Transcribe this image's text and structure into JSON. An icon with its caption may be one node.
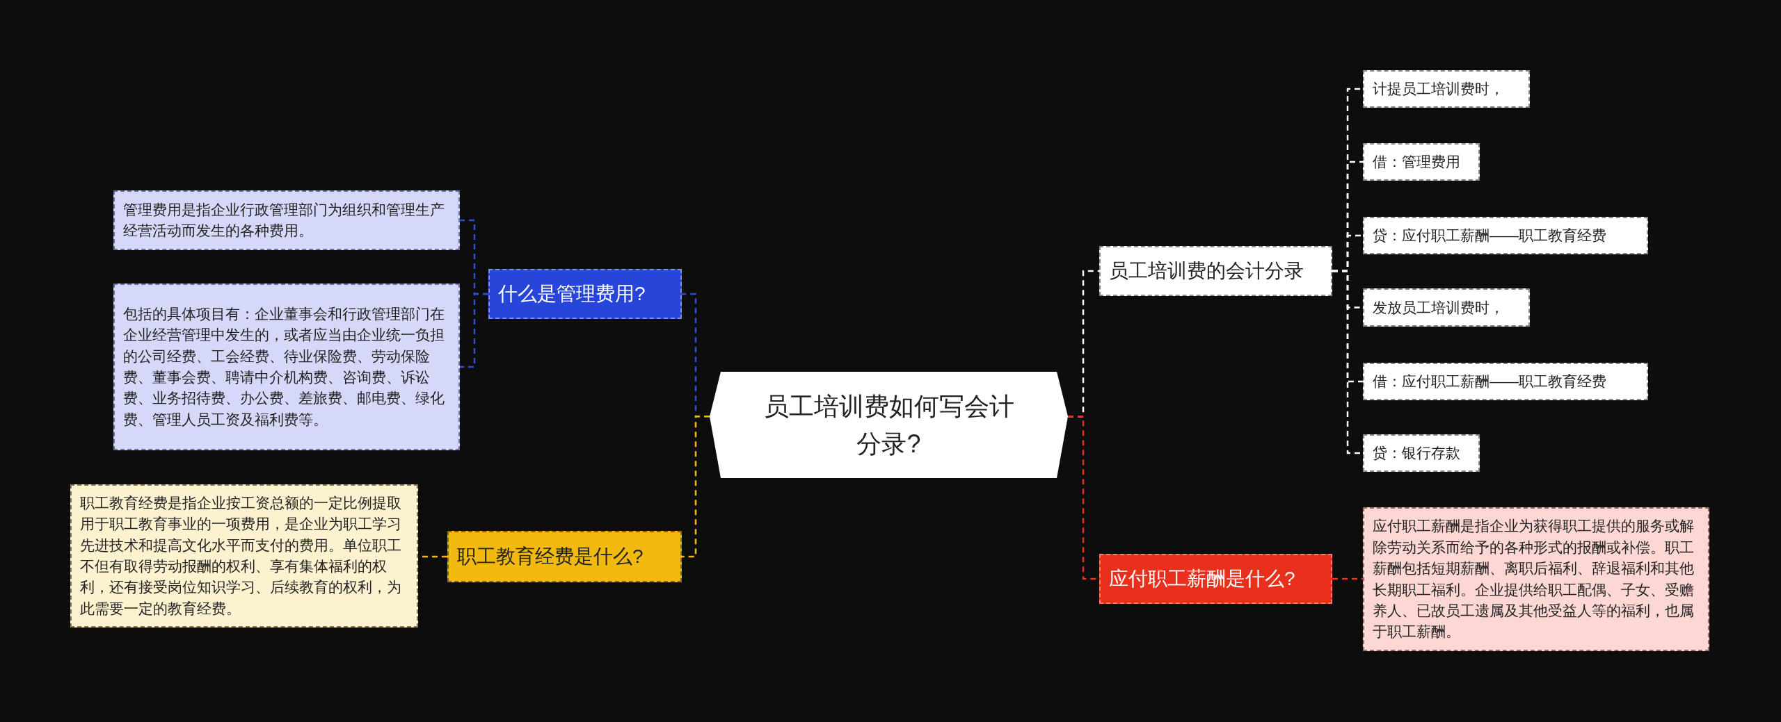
{
  "diagram": {
    "nodes": [
      {
        "text": [
          "员工培训费如何写会计分录?"
        ]
      },
      {
        "text": [
          "什么是管理费用?"
        ]
      },
      {
        "text": [
          "管理费用是指企业行政管理部门为组织和管理生产经营活动而发生的各种费用。"
        ]
      },
      {
        "text": [
          "包括的具体项目有：企业董事会和行政管理部门在企业经营管理中发生的，或者应当由企业统一负担的公司经费、工会经费、待业保险费、劳动保险费、董事会费、聘请中介机构费、咨询费、诉讼费、业务招待费、办公费、差旅费、邮电费、绿化费、管理人员工资及福利费等。"
        ]
      },
      {
        "text": [
          "职工教育经费是什么?"
        ]
      },
      {
        "text": [
          "职工教育经费是指企业按工资总额的一定比例提取用于职工教育事业的一项费用，是企业为职工学习先进技术和提高文化水平而支付的费用。单位职工不但有取得劳动报酬的权利、享有集体福利的权利，还有接受岗位知识学习、后续教育的权利，为此需要一定的教育经费。"
        ]
      },
      {
        "text": [
          "员工培训费的会计分录"
        ]
      },
      {
        "text": [
          "计提员工培训费时，"
        ]
      },
      {
        "text": [
          "借：管理费用"
        ]
      },
      {
        "text": [
          "贷：应付职工薪酬——职工教育经费"
        ]
      },
      {
        "text": [
          "发放员工培训费时，"
        ]
      },
      {
        "text": [
          "借：应付职工薪酬——职工教育经费"
        ]
      },
      {
        "text": [
          "贷：银行存款"
        ]
      },
      {
        "text": [
          "应付职工薪酬是什么?"
        ]
      },
      {
        "text": [
          "应付职工薪酬是指企业为获得职工提供的服务或解除劳动关系而给予的各种形式的报酬或补偿。职工薪酬包括短期薪酬、离职后福利、辞退福利和其他长期职工福利。企业提供给职工配偶、子女、受赡养人、已故员工遗属及其他受益人等的福利，也属于职工薪酬。"
        ]
      }
    ],
    "edges": [
      {
        "from": 0,
        "to": 1,
        "arrow": "none",
        "style": "dashed",
        "color": "#2f4fd8"
      },
      {
        "from": 1,
        "to": 2,
        "arrow": "none",
        "style": "dashed",
        "color": "#2f4fd8"
      },
      {
        "from": 1,
        "to": 3,
        "arrow": "none",
        "style": "dashed",
        "color": "#2f4fd8"
      },
      {
        "from": 0,
        "to": 4,
        "arrow": "none",
        "style": "dashed",
        "color": "#f2b90f"
      },
      {
        "from": 4,
        "to": 5,
        "arrow": "none",
        "style": "dashed",
        "color": "#f2b90f"
      },
      {
        "from": 0,
        "to": 6,
        "arrow": "none",
        "style": "dashed"
      },
      {
        "from": 6,
        "to": 7,
        "arrow": "none",
        "style": "dashed"
      },
      {
        "from": 6,
        "to": 8,
        "arrow": "none",
        "style": "dashed"
      },
      {
        "from": 6,
        "to": 9,
        "arrow": "none",
        "style": "dashed"
      },
      {
        "from": 6,
        "to": 10,
        "arrow": "none",
        "style": "dashed"
      },
      {
        "from": 6,
        "to": 11,
        "arrow": "none",
        "style": "dashed"
      },
      {
        "from": 6,
        "to": 12,
        "arrow": "none",
        "style": "dashed"
      },
      {
        "from": 0,
        "to": 13,
        "arrow": "none",
        "style": "dashed",
        "color": "#e8301c"
      },
      {
        "from": 13,
        "to": 14,
        "arrow": "none",
        "style": "dashed",
        "color": "#e8301c"
      }
    ]
  }
}
